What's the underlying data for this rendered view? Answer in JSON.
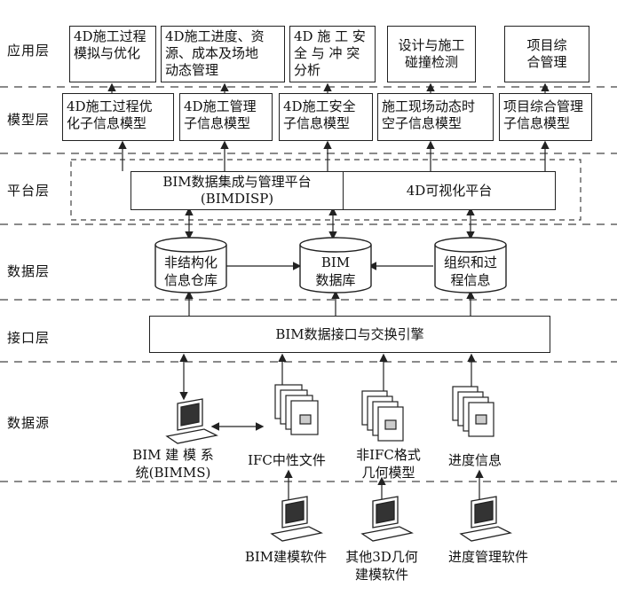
{
  "layers": {
    "application": "应用层",
    "model": "模型层",
    "platform": "平台层",
    "data": "数据层",
    "interface": "接口层",
    "source": "数据源"
  },
  "application_boxes": [
    {
      "line1": "4D施工过程",
      "line2": "模拟与优化",
      "line3": ""
    },
    {
      "line1": "4D施工进度、资",
      "line2": "源、成本及场地",
      "line3": "动态管理"
    },
    {
      "line1": "4D 施 工 安",
      "line2": "全 与 冲 突",
      "line3": "分析"
    },
    {
      "line1": "设计与施工",
      "line2": "碰撞检测",
      "line3": ""
    },
    {
      "line1": "项目综",
      "line2": "合管理",
      "line3": ""
    }
  ],
  "model_boxes": [
    {
      "line1": "4D施工过程优",
      "line2": "化子信息模型"
    },
    {
      "line1": "4D施工管理",
      "line2": "子信息模型"
    },
    {
      "line1": "4D施工安全",
      "line2": "子信息模型"
    },
    {
      "line1": "施工现场动态时",
      "line2": "空子信息模型"
    },
    {
      "line1": "项目综合管理",
      "line2": "子信息模型"
    }
  ],
  "platform": {
    "bim": "BIM数据集成与管理平台(BIMDISP)",
    "viz": "4D可视化平台"
  },
  "databases": [
    {
      "line1": "非结构化",
      "line2": "信息仓库"
    },
    {
      "line1": "BIM",
      "line2": "数据库"
    },
    {
      "line1": "组织和过",
      "line2": "程信息"
    }
  ],
  "interface": {
    "label": "BIM数据接口与交换引擎"
  },
  "sources": {
    "bimms_line1": "BIM 建 模 系",
    "bimms_line2": "统(BIMMS)",
    "ifc": "IFC中性文件",
    "nonifc_line1": "非IFC格式",
    "nonifc_line2": "几何模型",
    "progress": "进度信息"
  },
  "software": {
    "bim": "BIM建模软件",
    "other_line1": "其他3D几何",
    "other_line2": "建模软件",
    "schedule": "进度管理软件"
  }
}
